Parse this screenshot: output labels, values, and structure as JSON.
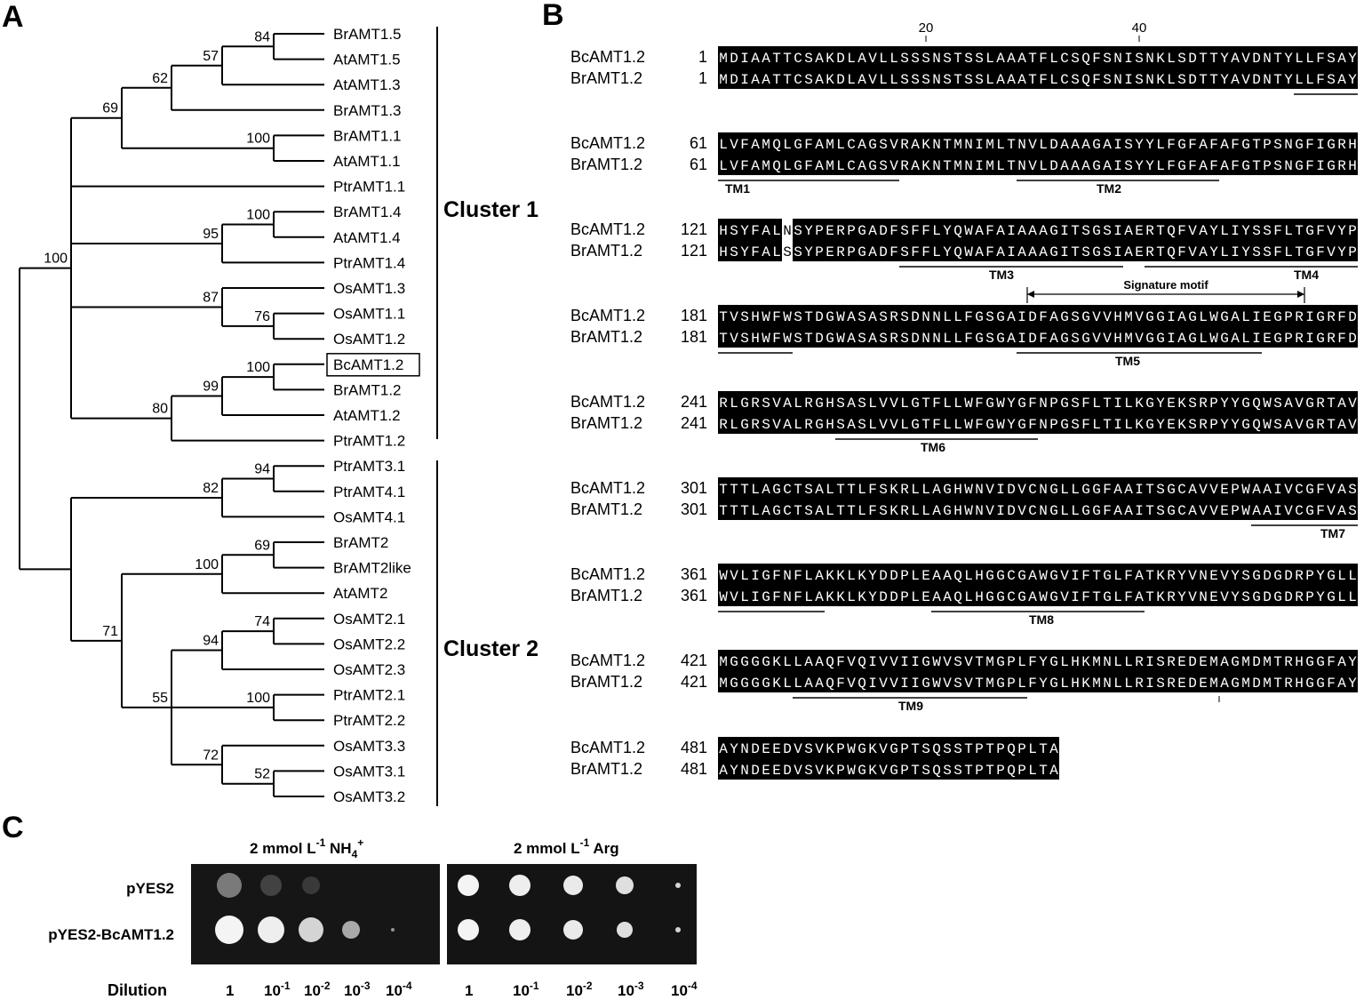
{
  "panels": {
    "A": "A",
    "B": "B",
    "C": "C"
  },
  "tree": {
    "leaves": [
      "BrAMT1.5",
      "AtAMT1.5",
      "AtAMT1.3",
      "BrAMT1.3",
      "BrAMT1.1",
      "AtAMT1.1",
      "PtrAMT1.1",
      "BrAMT1.4",
      "AtAMT1.4",
      "PtrAMT1.4",
      "OsAMT1.3",
      "OsAMT1.1",
      "OsAMT1.2",
      "BcAMT1.2",
      "BrAMT1.2",
      "AtAMT1.2",
      "PtrAMT1.2",
      "PtrAMT3.1",
      "PtrAMT4.1",
      "OsAMT4.1",
      "BrAMT2",
      "BrAMT2like",
      "AtAMT2",
      "OsAMT2.1",
      "OsAMT2.2",
      "OsAMT2.3",
      "PtrAMT2.1",
      "PtrAMT2.2",
      "OsAMT3.3",
      "OsAMT3.1",
      "OsAMT3.2"
    ],
    "highlighted_leaf": "BcAMT1.2",
    "bootstrap": [
      "84",
      "57",
      "62",
      "69",
      "100",
      "100",
      "95",
      "87",
      "76",
      "100",
      "99",
      "80",
      "100",
      "94",
      "82",
      "69",
      "100",
      "74",
      "94",
      "100",
      "72",
      "52",
      "55",
      "71"
    ],
    "cluster1": "Cluster 1",
    "cluster2": "Cluster 2"
  },
  "alignment": {
    "seq_names": [
      "BcAMT1.2",
      "BrAMT1.2"
    ],
    "ruler": [
      "20",
      "40"
    ],
    "blocks": [
      {
        "start": "1",
        "bc": "MDIAATTCSAKDLAVLLSSSNSTSSLAAATFLCSQFSNISNKLSDTTYAVDNTYLLFSAY",
        "br": "MDIAATTCSAKDLAVLLSSSNSTSSLAAATFLCSQFSNISNKLSDTTYAVDNTYLLFSAY"
      },
      {
        "start": "61",
        "bc": "LVFAMQLGFAMLCAGSVRAKNTMNIMLTNVLDAAAGAISYYLFGFAFAFGTPSNGFIGRH",
        "br": "LVFAMQLGFAMLCAGSVRAKNTMNIMLTNVLDAAAGAISYYLFGFAFAFGTPSNGFIGRH"
      },
      {
        "start": "121",
        "bc": "HSYFALNSYPERPGADFSFFLYQWAFAIAAAGITSGSIAERTQFVAYLIYSSFLTGFVYP",
        "br": "HSYFALSSYPERPGADFSFFLYQWAFAIAAAGITSGSIAERTQFVAYLIYSSFLTGFVYP"
      },
      {
        "start": "181",
        "bc": "TVSHWFWSTDGWASASRSDNNLLFGSGAIDFAGSGVVHMVGGIAGLWGALIEGPRIGRFD",
        "br": "TVSHWFWSTDGWASASRSDNNLLFGSGAIDFAGSGVVHMVGGIAGLWGALIEGPRIGRFD"
      },
      {
        "start": "241",
        "bc": "RLGRSVALRGHSASLVVLGTFLLWFGWYGFNPGSFLTILKGYEKSRPYYGQWSAVGRTAV",
        "br": "RLGRSVALRGHSASLVVLGTFLLWFGWYGFNPGSFLTILKGYEKSRPYYGQWSAVGRTAV"
      },
      {
        "start": "301",
        "bc": "TTTLAGCTSALTTLFSKRLLAGHWNVIDVCNGLLGGFAAITSGCAVVEPWAAIVCGFVAS",
        "br": "TTTLAGCTSALTTLFSKRLLAGHWNVIDVCNGLLGGFAAITSGCAVVEPWAAIVCGFVAS"
      },
      {
        "start": "361",
        "bc": "WVLIGFNFLAKKLKYDDPLEAAQLHGGCGAWGVIFTGLFATKRYVNEVYSGDGDRPYGLL",
        "br": "WVLIGFNFLAKKLKYDDPLEAAQLHGGCGAWGVIFTGLFATKRYVNEVYSGDGDRPYGLL"
      },
      {
        "start": "421",
        "bc": "MGGGGKLLAAQFVQIVVIIGWVSVTMGPLFYGLHKMNLLRISREDEMAGMDMTRHGGFAY",
        "br": "MGGGGKLLAAQFVQIVVIIGWVSVTMGPLFYGLHKMNLLRISREDEMAGMDMTRHGGFAY"
      },
      {
        "start": "481",
        "bc": "AYNDEEDVSVKPWGKVGPTSQSSTPTPQPLTA",
        "br": "AYNDEEDVSVKPWGKVGPTSQSSTPTPQPLTA"
      }
    ],
    "tm_labels": [
      "TM1",
      "TM2",
      "TM3",
      "TM4",
      "TM5",
      "TM6",
      "TM7",
      "TM8",
      "TM9"
    ],
    "signature_motif": "Signature motif"
  },
  "yeast": {
    "cond1_prefix": "2 mmol L",
    "cond1_sup": "-1",
    "cond1_chem": "NH",
    "cond1_sub": "4",
    "cond1_plus": "+",
    "cond2_prefix": "2 mmol L",
    "cond2_sup": "-1",
    "cond2_suffix": " Arg",
    "row_labels": [
      "pYES2",
      "pYES2-BcAMT1.2"
    ],
    "dilution_label": "Dilution",
    "dilutions": [
      {
        "base": "1",
        "exp": ""
      },
      {
        "base": "10",
        "exp": "-1"
      },
      {
        "base": "10",
        "exp": "-2"
      },
      {
        "base": "10",
        "exp": "-3"
      },
      {
        "base": "10",
        "exp": "-4"
      }
    ]
  },
  "colors": {
    "ink": "#000000",
    "alignment_bg": "#000000",
    "alignment_text": "#ffffff",
    "plate_bg": "#1a1a1a"
  }
}
